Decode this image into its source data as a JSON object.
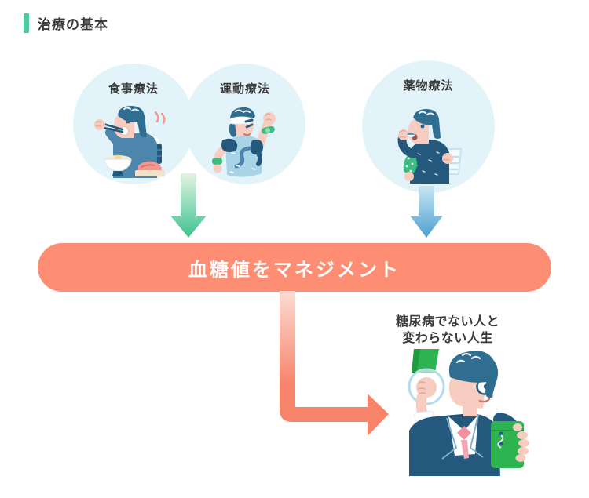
{
  "header": {
    "title": "治療の基本",
    "accent_color": "#4FC9A0"
  },
  "therapies": [
    {
      "label": "食事療法",
      "icon": "diet-therapy-illustration"
    },
    {
      "label": "運動療法",
      "icon": "exercise-therapy-illustration"
    },
    {
      "label": "薬物療法",
      "icon": "medication-therapy-illustration"
    }
  ],
  "arrows": [
    {
      "icon": "arrow-down-green-icon",
      "color": "#3EC28E"
    },
    {
      "icon": "arrow-down-blue-icon",
      "color": "#4BA0CE"
    },
    {
      "icon": "arrow-elbow-right-icon",
      "color": "#F7836B"
    }
  ],
  "banner": {
    "label": "血糖値をマネジメント",
    "color": "#FD8E73",
    "text_color": "#FFFFFF"
  },
  "outcome": {
    "caption_lines": [
      "糖尿病でない人と",
      "変わらない人生"
    ],
    "icon": "healthy-life-illustration"
  },
  "colors": {
    "circle_background": "#E3F3FA",
    "text_dark": "#3A3A3A",
    "skin": "#F7CDC1",
    "navy": "#24597D",
    "hair_blue": "#306E91",
    "green": "#3BBD7E"
  }
}
